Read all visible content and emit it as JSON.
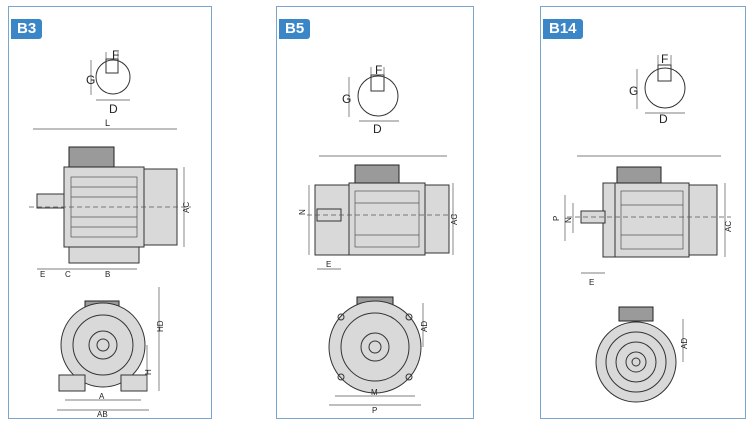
{
  "panels": [
    {
      "tag": "B3",
      "labels": {
        "F": "F",
        "G": "G",
        "D": "D",
        "L": "L",
        "AC": "AC",
        "E": "E",
        "C": "C",
        "B": "B",
        "HD": "HD",
        "H": "H",
        "A": "A",
        "AB": "AB"
      }
    },
    {
      "tag": "B5",
      "labels": {
        "F": "F",
        "G": "G",
        "D": "D",
        "N": "N",
        "AC": "AC",
        "E": "E",
        "AD": "AD",
        "M": "M",
        "P": "P"
      }
    },
    {
      "tag": "B14",
      "labels": {
        "F": "F",
        "G": "G",
        "D": "D",
        "P": "P",
        "N": "N",
        "AC": "AC",
        "E": "E",
        "AD": "AD"
      }
    }
  ]
}
